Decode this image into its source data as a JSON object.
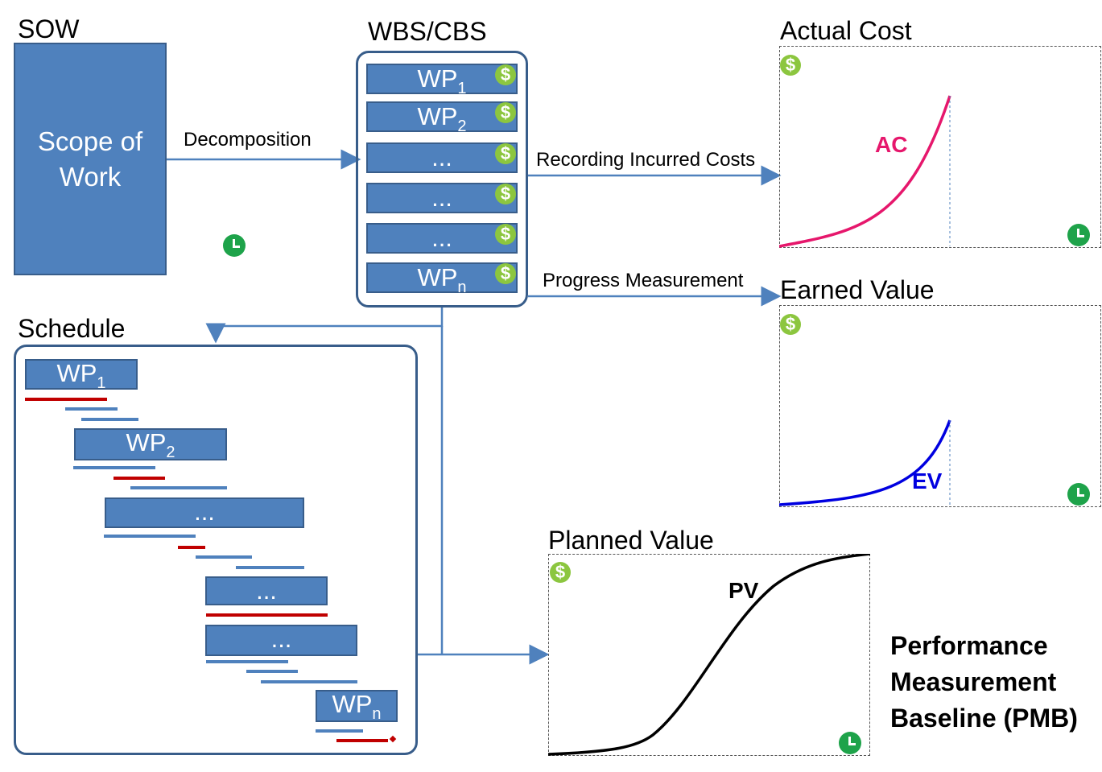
{
  "sow": {
    "title": "SOW",
    "box_label": "Scope of Work"
  },
  "wbs": {
    "title": "WBS/CBS",
    "items": [
      {
        "main": "WP",
        "sub": "1"
      },
      {
        "main": "WP",
        "sub": "2"
      },
      {
        "main": "...",
        "sub": ""
      },
      {
        "main": "...",
        "sub": ""
      },
      {
        "main": "...",
        "sub": ""
      },
      {
        "main": "WP",
        "sub": "n"
      }
    ]
  },
  "arrows": {
    "decomposition": "Decomposition",
    "recording": "Recording Incurred Costs",
    "progress": "Progress Measurement"
  },
  "actual_cost": {
    "title": "Actual Cost",
    "curve_label": "AC",
    "color": "#e6176c"
  },
  "earned_value": {
    "title": "Earned Value",
    "curve_label": "EV",
    "color": "#0000e0"
  },
  "planned_value": {
    "title": "Planned Value",
    "curve_label": "PV",
    "color": "#000000"
  },
  "schedule": {
    "title": "Schedule",
    "wps": [
      {
        "main": "WP",
        "sub": "1"
      },
      {
        "main": "WP",
        "sub": "2"
      },
      {
        "main": "...",
        "sub": ""
      },
      {
        "main": "...",
        "sub": ""
      },
      {
        "main": "...",
        "sub": ""
      },
      {
        "main": "WP",
        "sub": "n"
      }
    ]
  },
  "pmb": {
    "line1": "Performance",
    "line2": "Measurement",
    "line3": "Baseline (PMB)"
  },
  "icons": {
    "money": "dollar-icon",
    "time": "clock-icon",
    "dollar_glyph": "$"
  },
  "colors": {
    "accent_blue": "#4f81bd",
    "border_blue": "#385d8a",
    "critical_red": "#c00000",
    "money_green": "#8cc63f",
    "clock_green": "#1ea34a"
  }
}
